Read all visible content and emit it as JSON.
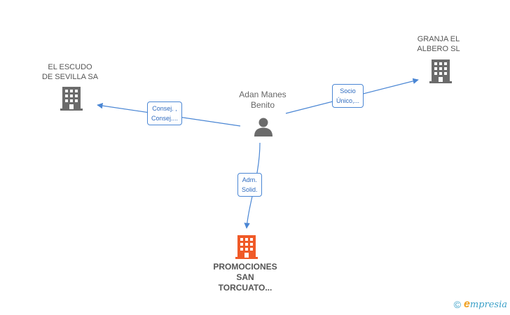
{
  "colors": {
    "edge": "#4a86d4",
    "company_icon": "#6b6b6b",
    "main_company_icon": "#f05a28",
    "person_icon": "#6b6b6b"
  },
  "person": {
    "name_line1": "Adan Manes",
    "name_line2": "Benito",
    "icon": "person-icon"
  },
  "companies": {
    "el_escudo": {
      "line1": "EL ESCUDO",
      "line2": "DE SEVILLA SA",
      "icon": "building-icon"
    },
    "granja": {
      "line1": "GRANJA EL",
      "line2": "ALBERO  SL",
      "icon": "building-icon"
    },
    "promociones": {
      "line1": "PROMOCIONES",
      "line2": "SAN",
      "line3": "TORCUATO...",
      "icon": "building-icon"
    }
  },
  "edges": {
    "to_el_escudo": {
      "line1": "Consej. ,",
      "line2": "Consej...."
    },
    "to_granja": {
      "line1": "Socio",
      "line2": "Único,..."
    },
    "to_promociones": {
      "line1": "Adm.",
      "line2": "Solid."
    }
  },
  "footer": {
    "copyright": "©",
    "brand_e": "e",
    "brand_rest": "mpresia"
  }
}
